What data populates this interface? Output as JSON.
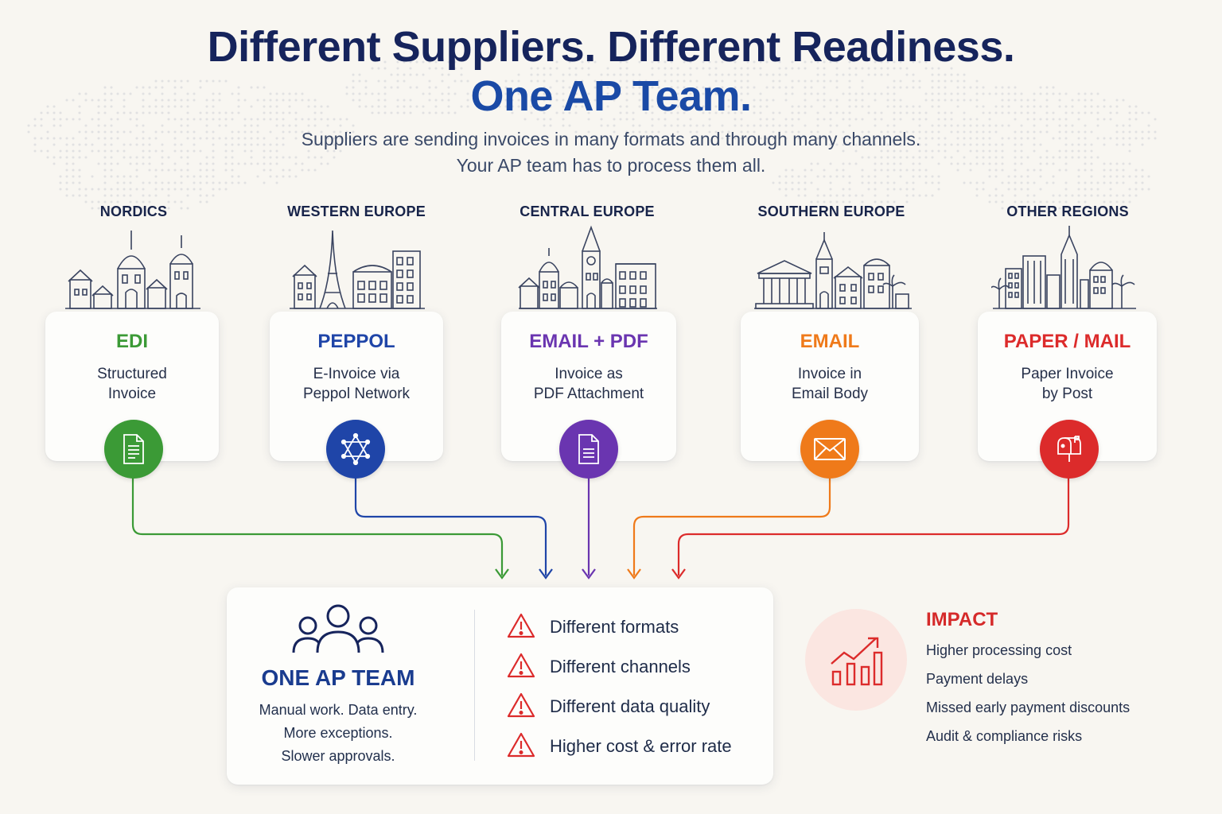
{
  "header": {
    "title_line1": "Different Suppliers. Different Readiness.",
    "title_line2": "One AP Team.",
    "subtitle_line1": "Suppliers are sending invoices in many formats and through many channels.",
    "subtitle_line2": "Your AP team has to process them all."
  },
  "channels": [
    {
      "region": "NORDICS",
      "title": "EDI",
      "desc": [
        "Structured",
        "Invoice"
      ],
      "color": "#3b9a36",
      "icon": "document-list-icon"
    },
    {
      "region": "WESTERN EUROPE",
      "title": "PEPPOL",
      "desc": [
        "E-Invoice via",
        "Peppol Network"
      ],
      "color": "#1f45a8",
      "icon": "network-star-icon"
    },
    {
      "region": "CENTRAL EUROPE",
      "title": "EMAIL + PDF",
      "desc": [
        "Invoice as",
        "PDF Attachment"
      ],
      "color": "#6a35b0",
      "icon": "pdf-document-icon"
    },
    {
      "region": "SOUTHERN EUROPE",
      "title": "EMAIL",
      "desc": [
        "Invoice in",
        "Email Body"
      ],
      "color": "#ef7a1a",
      "icon": "envelope-icon"
    },
    {
      "region": "OTHER REGIONS",
      "title": "PAPER / MAIL",
      "desc": [
        "Paper Invoice",
        "by Post"
      ],
      "color": "#dc2b2b",
      "icon": "mailbox-icon"
    }
  ],
  "team": {
    "title": "ONE AP TEAM",
    "desc": [
      "Manual work. Data entry.",
      "More exceptions.",
      "Slower approvals."
    ],
    "issues": [
      "Different formats",
      "Different channels",
      "Different data quality",
      "Higher cost & error rate"
    ],
    "warning_color": "#dc2b2b"
  },
  "impact": {
    "title": "IMPACT",
    "items": [
      "Higher processing cost",
      "Payment delays",
      "Missed early payment discounts",
      "Audit & compliance risks"
    ]
  }
}
